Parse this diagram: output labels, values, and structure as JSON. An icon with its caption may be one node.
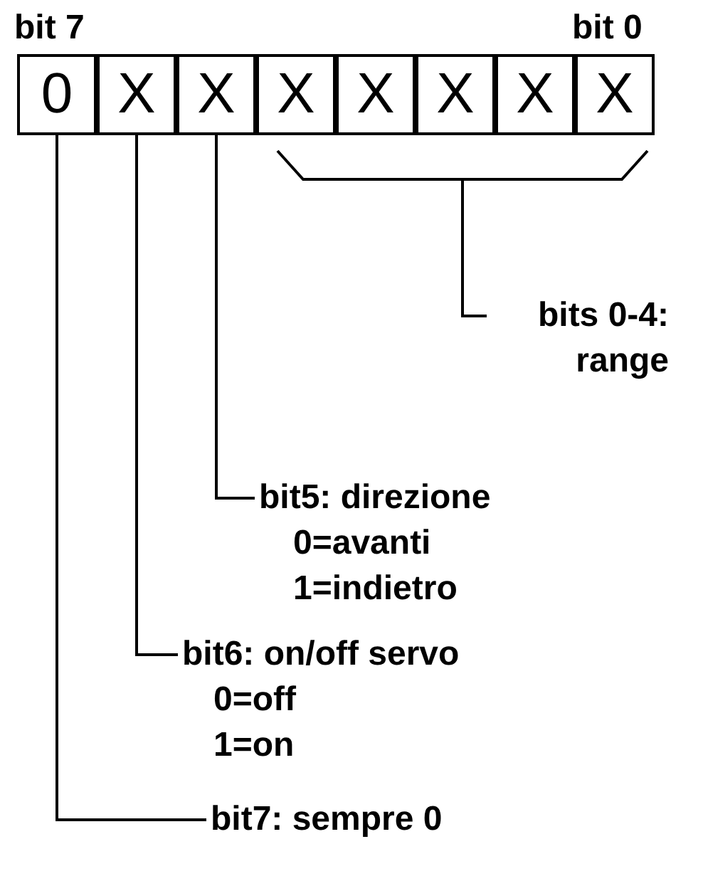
{
  "diagram": {
    "nodes": [
      {
        "text": [
          "0"
        ]
      },
      {
        "text": [
          "X"
        ]
      },
      {
        "text": [
          "X"
        ]
      },
      {
        "text": [
          "X"
        ]
      },
      {
        "text": [
          "X"
        ]
      },
      {
        "text": [
          "X"
        ]
      },
      {
        "text": [
          "X"
        ]
      },
      {
        "text": [
          "X"
        ]
      },
      {
        "text": [],
        "shape": "bracket"
      },
      {
        "text": [
          "bits 0-4:",
          "range"
        ]
      },
      {
        "text": [
          "bit5: direzione",
          "0=avanti",
          "1=indietro"
        ]
      },
      {
        "text": [
          "bit6: on/off servo",
          "0=off",
          "1=on"
        ]
      },
      {
        "text": [
          "bit7: sempre 0"
        ]
      }
    ],
    "edges": [
      {
        "from": 9,
        "to": 8,
        "arrow": "none"
      },
      {
        "from": 10,
        "to": 2,
        "arrow": "none"
      },
      {
        "from": 11,
        "to": 1,
        "arrow": "none"
      },
      {
        "from": 12,
        "to": 0,
        "arrow": "none"
      }
    ],
    "labels": [
      "bit 7",
      "bit 0"
    ]
  }
}
